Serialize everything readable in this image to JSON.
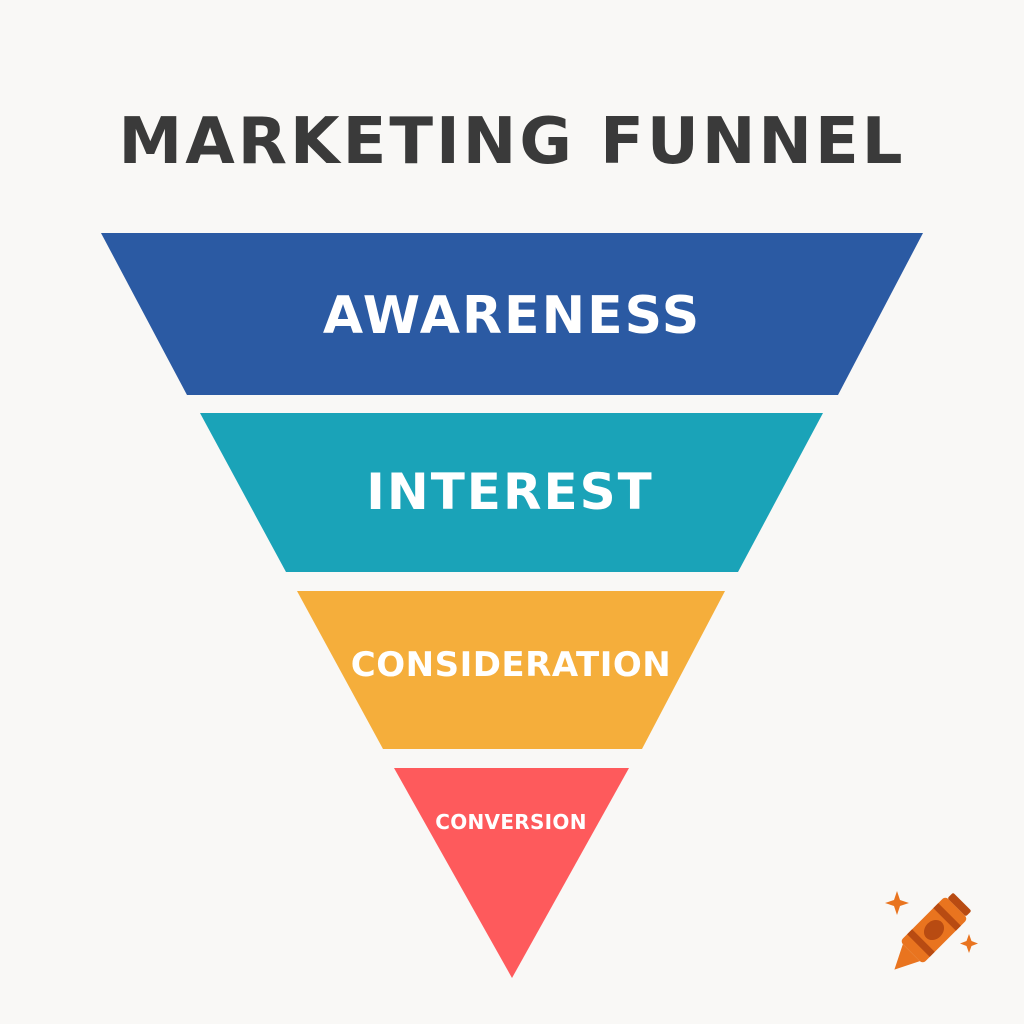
{
  "title": "MARKETING FUNNEL",
  "stages": [
    {
      "label": "AWARENESS",
      "color": "#2b5aa3"
    },
    {
      "label": "INTEREST",
      "color": "#1aa3b8"
    },
    {
      "label": "CONSIDERATION",
      "color": "#f5ae3b"
    },
    {
      "label": "CONVERSION",
      "color": "#fe5a5c"
    }
  ],
  "crayon": {
    "icon": "crayon-icon",
    "body_color": "#e9741f",
    "accent_color": "#b84b12",
    "sparkle_color": "#e9741f"
  }
}
